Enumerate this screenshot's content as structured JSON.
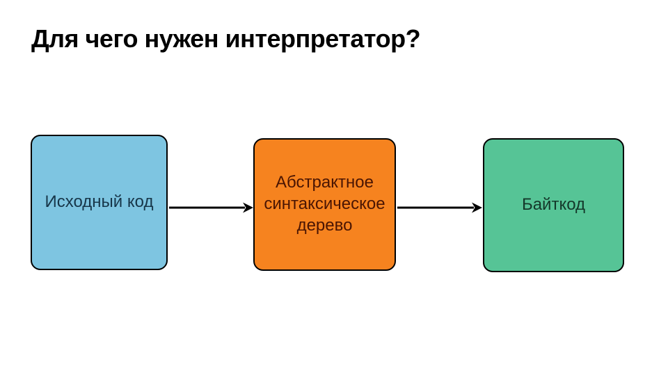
{
  "slide": {
    "title": "Для чего нужен интерпретатор?",
    "title_color": "#000000",
    "background": "#ffffff"
  },
  "diagram": {
    "nodes": [
      {
        "id": "source-code",
        "label": "Исходный код",
        "fill": "#7EC5E1",
        "border": "#000000",
        "text_color": "#173649"
      },
      {
        "id": "ast",
        "label": "Абстрактное синтаксическое дерево",
        "fill": "#F6831F",
        "border": "#000000",
        "text_color": "#4A1503"
      },
      {
        "id": "bytecode",
        "label": "Байткод",
        "fill": "#56C496",
        "border": "#000000",
        "text_color": "#14382A"
      }
    ],
    "connectors": [
      {
        "from": "source-code",
        "to": "ast",
        "style": "right-arrow"
      },
      {
        "from": "ast",
        "to": "bytecode",
        "style": "right-arrow"
      }
    ],
    "arrow_color": "#000000"
  }
}
